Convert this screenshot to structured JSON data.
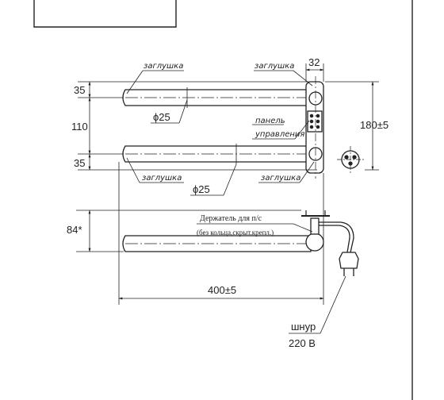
{
  "drawing": {
    "labels": {
      "plug_top_left": "заглушка",
      "plug_top_right": "заглушка",
      "plug_bottom_left": "заглушка",
      "plug_bottom_right": "заглушка",
      "panel_line1": "панель",
      "panel_line2": "управления",
      "holder_line1": "Держатель для п/с",
      "holder_line2": "(без кольца,скрыт.крепл.)",
      "cord_line1": "шнур",
      "cord_line2": "220 В"
    },
    "dimensions": {
      "width_32": "32",
      "height_35_top": "35",
      "height_110": "110",
      "height_35_bottom": "35",
      "dia_top": "ϕ25",
      "dia_bottom": "ϕ25",
      "height_180": "180±5",
      "height_84": "84*",
      "length_400": "400±5"
    }
  }
}
